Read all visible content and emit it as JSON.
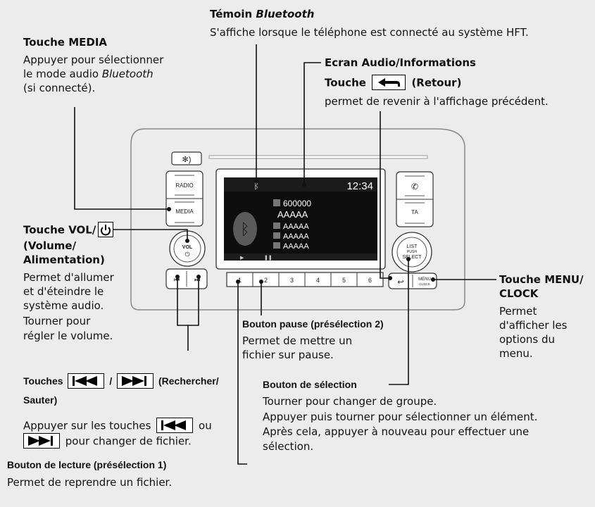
{
  "bluetooth_indicator": {
    "title_prefix": "Témoin ",
    "title_em": "Bluetooth",
    "desc": "S'affiche lorsque le téléphone est connecté au système HFT."
  },
  "media_button": {
    "title": "Touche MEDIA",
    "line1": "Appuyer pour sélectionner",
    "line2_prefix": "le mode audio ",
    "line2_em": "Bluetooth",
    "line3": "(si connecté)."
  },
  "screen": {
    "title": "Ecran Audio/Informations"
  },
  "back_button": {
    "prefix": "Touche",
    "suffix": "(Retour)",
    "desc": "permet de revenir à l'affichage précédent."
  },
  "vol_button": {
    "title_prefix": "Touche VOL/",
    "title_line2": "(Volume/",
    "title_line3": "Alimentation)",
    "desc": [
      "Permet d'allumer",
      "et d'éteindre le",
      "système audio.",
      "Tourner pour",
      "régler le volume."
    ]
  },
  "menu_button": {
    "title_line1": "Touche MENU/",
    "title_line2": "CLOCK",
    "desc": [
      "Permet",
      "d'afficher les",
      "options du",
      "menu."
    ]
  },
  "pause_button": {
    "title": "Bouton pause (présélection 2)",
    "desc": [
      "Permet de mettre un",
      "fichier sur pause."
    ]
  },
  "seek_buttons": {
    "prefix": "Touches",
    "sep": "/",
    "suffix": "(Rechercher/",
    "line2": "Sauter)",
    "desc_prefix": "Appuyer sur les touches",
    "desc_mid": "ou",
    "desc_end": "pour changer de fichier."
  },
  "select_knob": {
    "title": "Bouton de sélection",
    "desc": [
      "Tourner pour changer de groupe.",
      "Appuyer puis tourner pour sélectionner un élément.",
      "Après cela, appuyer à nouveau pour effectuer une",
      "sélection."
    ]
  },
  "play_button": {
    "title": "Bouton de lecture (présélection 1)",
    "desc": "Permet de reprendre un fichier."
  },
  "head_unit": {
    "clock": "12:34",
    "track_number": "600000",
    "track_title": "AAAAA",
    "info_lines": [
      "AAAAA",
      "AAAAA",
      "AAAAA"
    ],
    "radio_label": "RADIO",
    "media_label": "MEDIA",
    "ta_label": "TA",
    "vol_label": "VOL",
    "list_label": "LIST",
    "push_label": "PUSH",
    "select_label": "SELECT",
    "menu_label": "MENU",
    "clock_label": "CLOCK",
    "presets": [
      "1",
      "2",
      "3",
      "4",
      "5",
      "6"
    ]
  }
}
